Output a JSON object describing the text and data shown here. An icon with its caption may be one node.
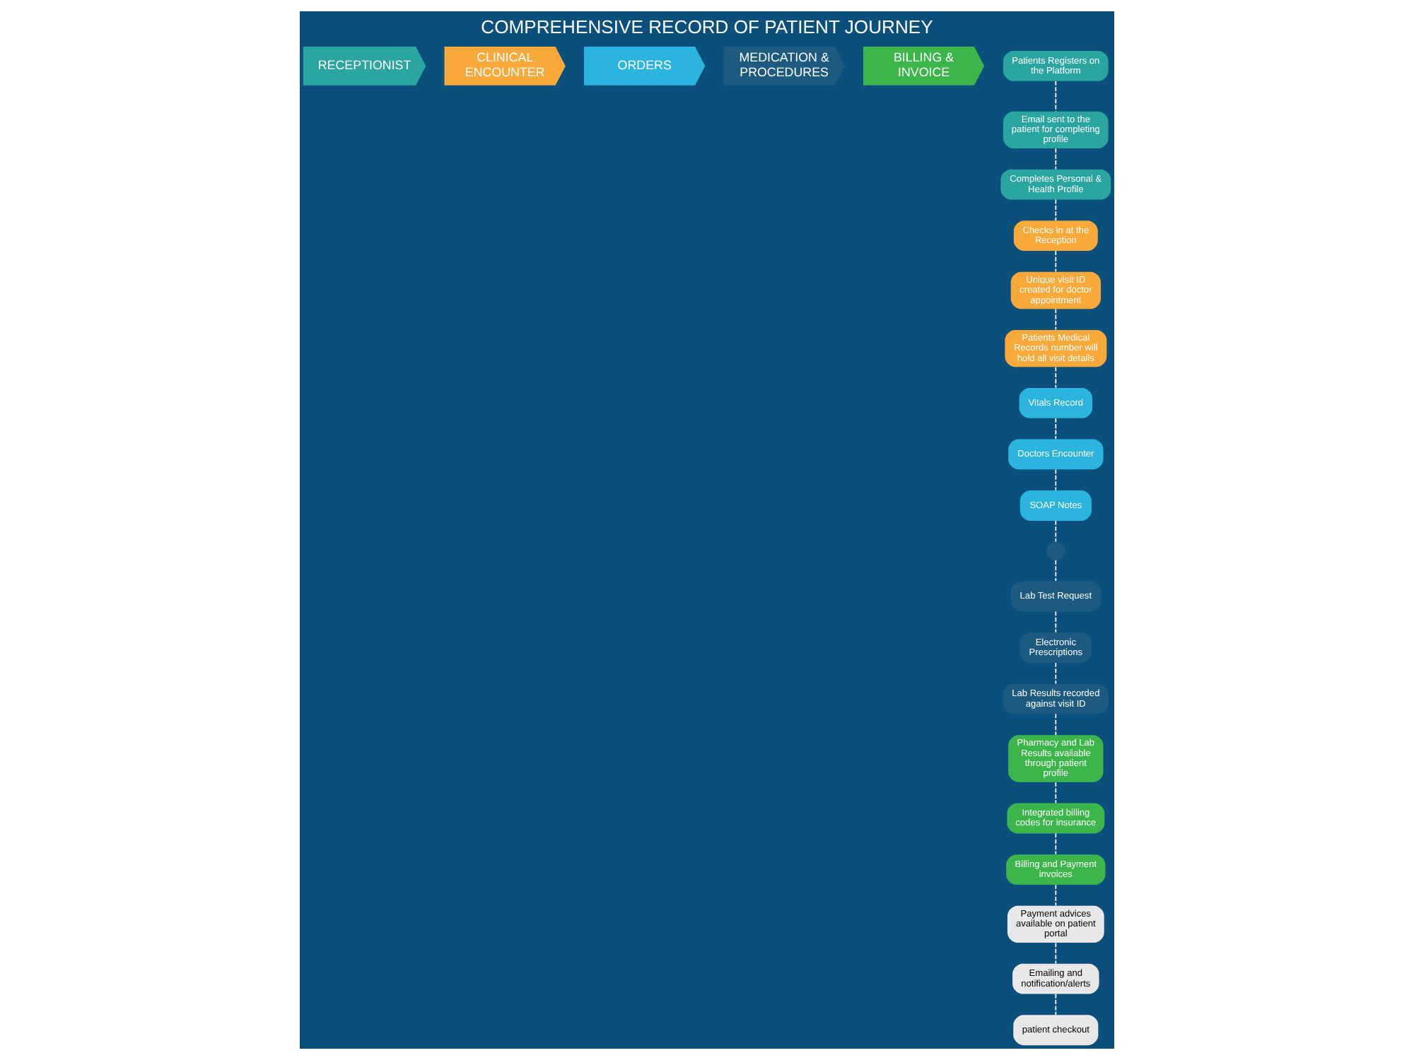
{
  "diagram": {
    "title": "COMPREHENSIVE RECORD OF PATIENT JOURNEY",
    "nodes": [
      {
        "text": [
          "RECEPTIONIST"
        ]
      },
      {
        "text": [
          "CLINICAL ENCOUNTER"
        ]
      },
      {
        "text": [
          "ORDERS"
        ]
      },
      {
        "text": [
          "MEDICATION & PROCEDURES"
        ]
      },
      {
        "text": [
          "BILLING & INVOICE"
        ]
      },
      {
        "text": [
          "Patients Registers on the Platform"
        ]
      },
      {
        "text": [
          "Email sent to the patient for completing profile"
        ]
      },
      {
        "text": [
          "Completes Personal & Health Profile"
        ]
      },
      {
        "text": [
          "Checks in at the Reception"
        ]
      },
      {
        "text": [
          "Unique visit ID created for doctor appointment"
        ]
      },
      {
        "text": [
          "Patients Medical Records number will hold all visit details"
        ]
      },
      {
        "text": [
          "Vitals Record"
        ]
      },
      {
        "text": [
          "Doctors Encounter"
        ]
      },
      {
        "text": [
          "SOAP Notes"
        ]
      },
      {
        "text": [],
        "shape": "circle"
      },
      {
        "text": [
          "Lab Test Request"
        ]
      },
      {
        "text": [
          "Electronic Prescriptions"
        ]
      },
      {
        "text": [
          "Lab Results recorded against visit ID"
        ]
      },
      {
        "text": [
          "Pharmacy and Lab Results available through patient profile"
        ]
      },
      {
        "text": [
          "Integrated billing codes for insurance"
        ]
      },
      {
        "text": [
          "Billing and Payment invoices"
        ]
      },
      {
        "text": [
          "Payment advices available on patient portal"
        ]
      },
      {
        "text": [
          "Emailing and notification/alerts"
        ]
      },
      {
        "text": [
          "patient checkout"
        ]
      }
    ],
    "edges": [
      {
        "from": 5,
        "to": 6,
        "arrow": "none",
        "style": "dashed"
      },
      {
        "from": 6,
        "to": 7,
        "arrow": "none",
        "style": "dashed"
      },
      {
        "from": 7,
        "to": 8,
        "arrow": "none",
        "style": "dashed"
      },
      {
        "from": 8,
        "to": 9,
        "arrow": "none",
        "style": "dashed"
      },
      {
        "from": 9,
        "to": 10,
        "arrow": "none",
        "style": "dashed"
      },
      {
        "from": 10,
        "to": 11,
        "arrow": "none",
        "style": "dashed"
      },
      {
        "from": 11,
        "to": 12,
        "arrow": "none",
        "style": "dashed"
      },
      {
        "from": 12,
        "to": 13,
        "arrow": "none",
        "style": "dashed"
      },
      {
        "from": 13,
        "to": 14,
        "arrow": "none",
        "style": "dashed"
      },
      {
        "from": 14,
        "to": 15,
        "arrow": "none",
        "style": "dashed"
      },
      {
        "from": 15,
        "to": 16,
        "arrow": "none",
        "style": "dashed"
      },
      {
        "from": 16,
        "to": 17,
        "arrow": "none",
        "style": "dashed"
      },
      {
        "from": 17,
        "to": 18,
        "arrow": "none",
        "style": "dashed"
      },
      {
        "from": 18,
        "to": 19,
        "arrow": "none",
        "style": "dashed"
      },
      {
        "from": 19,
        "to": 20,
        "arrow": "none",
        "style": "dashed"
      },
      {
        "from": 20,
        "to": 21,
        "arrow": "none",
        "style": "dashed"
      },
      {
        "from": 21,
        "to": 22,
        "arrow": "none",
        "style": "dashed"
      },
      {
        "from": 22,
        "to": 23,
        "arrow": "none",
        "style": "dashed"
      }
    ]
  }
}
